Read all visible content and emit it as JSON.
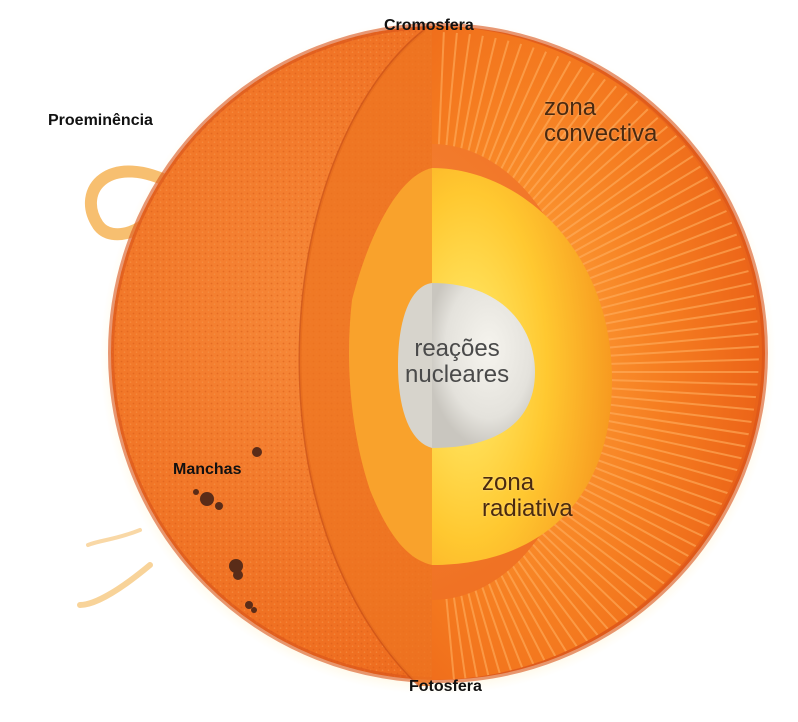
{
  "labels": {
    "cromosfera": "Cromosfera",
    "proeminencia": "Proeminência",
    "manchas": "Manchas",
    "fotosfera": "Fotosfera",
    "zona_convectiva": [
      "zona",
      "convectiva"
    ],
    "zona_radiativa": [
      "zona",
      "radiativa"
    ],
    "reacoes_nucleares": [
      "reações",
      "nucleares"
    ]
  },
  "colors": {
    "photosphere": "#ee6e1e",
    "convective_zone": "#f27a1a",
    "radiative_zone": "#ffbb22",
    "core": "#e8e6e0",
    "sunspot": "#5a2c18"
  }
}
